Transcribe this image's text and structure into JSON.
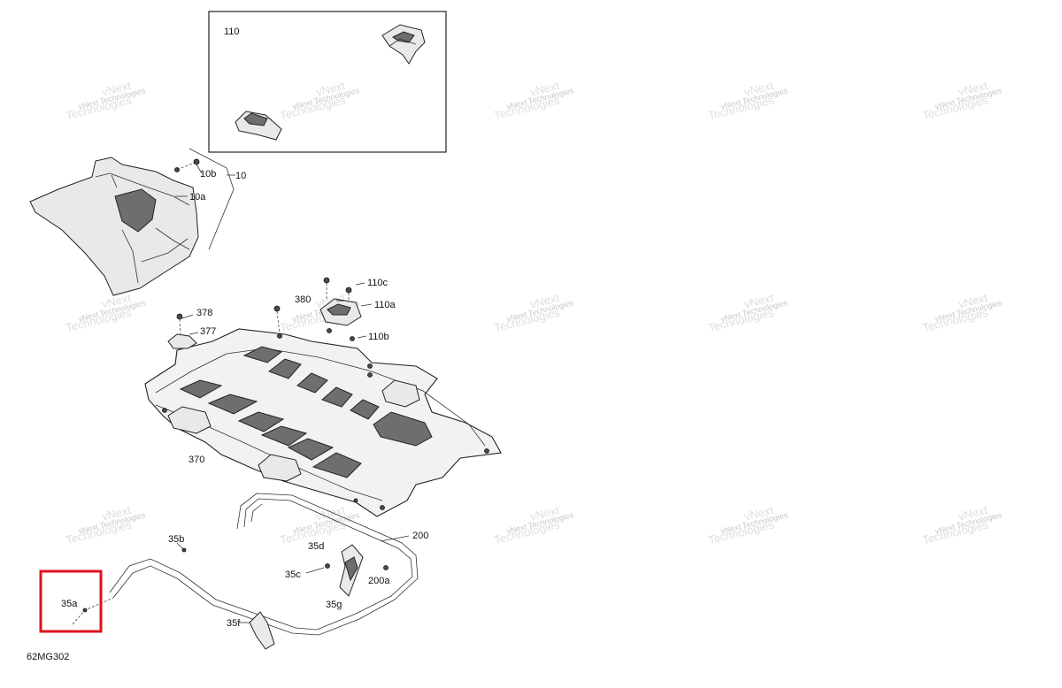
{
  "diagram_code": "62MG302",
  "inset_label": "110",
  "watermark": {
    "line1": "vNext",
    "line2": "Technologies",
    "full": "vNext Technologies"
  },
  "callouts": {
    "c10": "10",
    "c10a": "10a",
    "c10b": "10b",
    "c110a": "110a",
    "c110b": "110b",
    "c110c": "110c",
    "c380": "380",
    "c378": "378",
    "c377": "377",
    "c370": "370",
    "c200": "200",
    "c200a": "200a",
    "c35a": "35a",
    "c35b": "35b",
    "c35c": "35c",
    "c35d": "35d",
    "c35f": "35f",
    "c35g": "35g"
  },
  "highlight": {
    "target": "35a",
    "color": "#e0101e"
  }
}
